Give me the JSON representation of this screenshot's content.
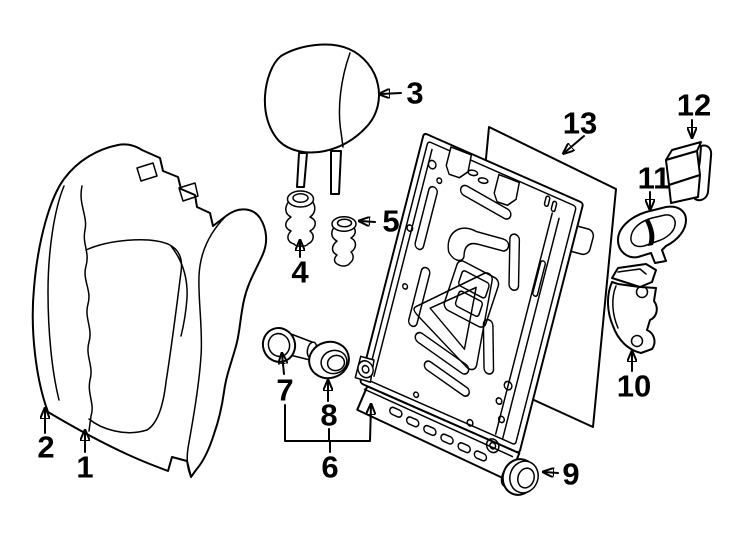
{
  "diagram": {
    "kind": "parts-diagram",
    "colors": {
      "background": "#ffffff",
      "line": "#000000",
      "label": "#000000"
    },
    "callouts": [
      {
        "number": "1"
      },
      {
        "number": "2"
      },
      {
        "number": "3"
      },
      {
        "number": "4"
      },
      {
        "number": "5"
      },
      {
        "number": "6"
      },
      {
        "number": "7"
      },
      {
        "number": "8"
      },
      {
        "number": "9"
      },
      {
        "number": "10"
      },
      {
        "number": "11"
      },
      {
        "number": "12"
      },
      {
        "number": "13"
      }
    ]
  }
}
